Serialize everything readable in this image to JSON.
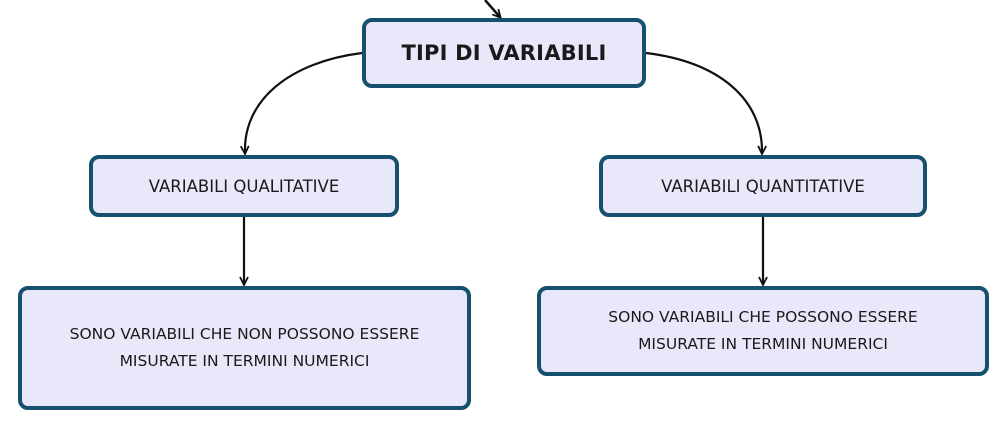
{
  "root": {
    "label": "TIPI DI VARIABILI"
  },
  "branches": [
    {
      "label": "VARIABILI QUALITATIVE",
      "description_lines": [
        "SONO VARIABILI CHE NON POSSONO ESSERE",
        "MISURATE IN TERMINI NUMERICI"
      ]
    },
    {
      "label": "VARIABILI QUANTITATIVE",
      "description_lines": [
        "SONO VARIABILI CHE POSSONO ESSERE",
        "MISURATE IN TERMINI NUMERICI"
      ]
    }
  ],
  "colors": {
    "node_fill": "#e9e8fb",
    "node_border": "#15506e",
    "connector": "#111111"
  }
}
